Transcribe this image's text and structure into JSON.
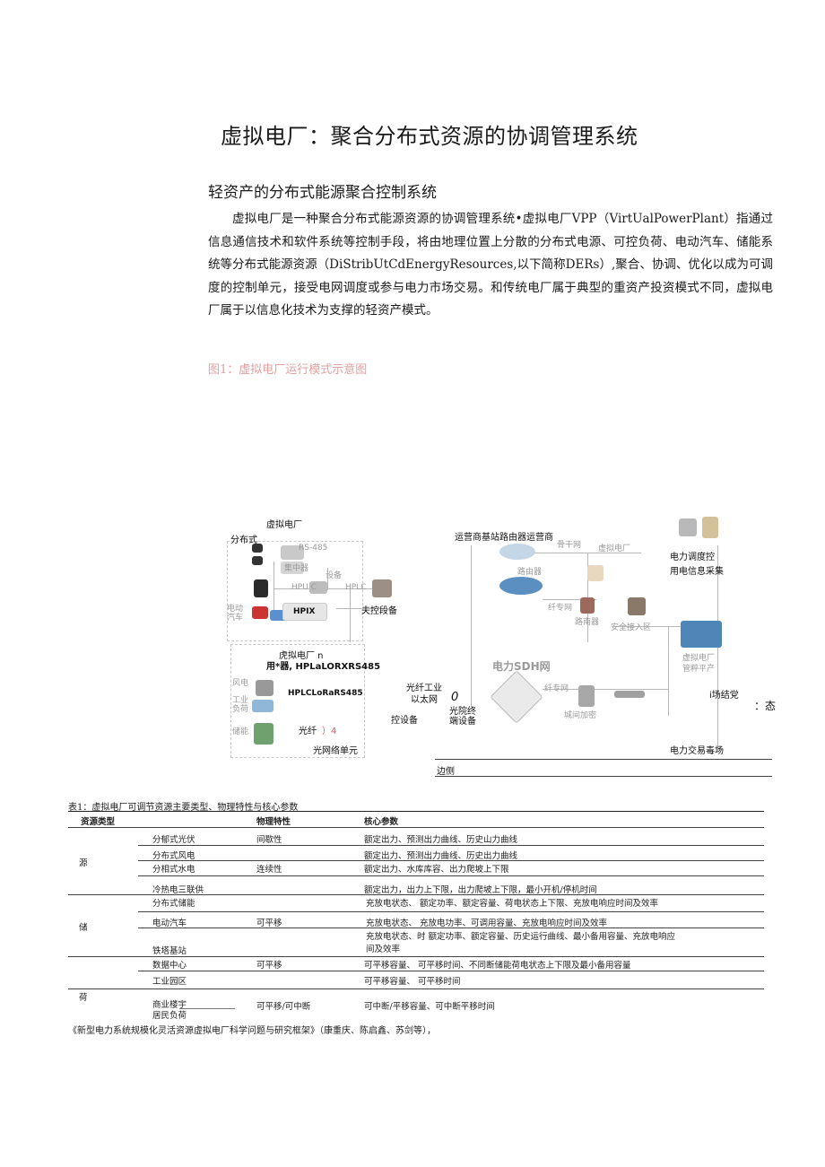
{
  "page": {
    "title": "虚拟电厂：聚合分布式资源的协调管理系统",
    "subtitle": "轻资产的分布式能源聚合控制系统",
    "paragraph": "虚拟电厂是一种聚合分布式能源资源的协调管理系统•虚拟电厂VPP（VirtUalPowerPlant）指通过信息通信技术和软件系统等控制手段，将由地理位置上分散的分布式电源、可控负荷、电动汽车、储能系统等分布式能源资源（DiStribUtCdEnergyResources,以下简称DERs）,聚合、协调、优化以成为可调度的控制单元，接受电网调度或参与电力市场交易。和传统电厂属于典型的重资产投资模式不同，虚拟电厂属于以信息化技术为支撑的轻资产模式。",
    "figure_caption": "图1：虚拟电厂运行模式示意图"
  },
  "diagram": {
    "left": {
      "vpp": "虚拟电厂",
      "distributed": "分布式",
      "rs485": "RS-485",
      "concentrator": "集中器",
      "equipment": "设备",
      "hpuc": "HPU C",
      "hplc": "HPLC",
      "ev": "电动汽车",
      "hpix": "HPIX",
      "terminal": "夫控段备",
      "vpp_n": "虎拟电厂 n",
      "user_hplc": "用*器, HPLaLORXRS485",
      "wind": "风电",
      "industrial": "工业负荷",
      "hplc_lora": "HPLCLoRaRS485",
      "storage": "储能",
      "fiber_opt": "光纤",
      "fiber_num": "）4",
      "onu": "光网络单元"
    },
    "middle": {
      "fiber_industrial": "光纤工业",
      "ethernet": "以太网",
      "zero": "0",
      "control_dev": "控设备",
      "optical_terminal": "光院终端设备"
    },
    "right": {
      "operator": "运营商基站路由器运营商",
      "backbone": "骨干网",
      "vpp": "虚拟电厂",
      "router": "路由器",
      "fiber_net": "纤专网",
      "router2": "路南器",
      "secure_access": "安全接入区",
      "sdh": "电力SDH网",
      "fiber_net2": "纤专网",
      "city_encrypt": "城间加密",
      "dispatch": "电力调度控",
      "info_collect": "用电信息采集",
      "vpp_platform": "虚拟电厂管粹平产",
      "market_settle": "i场结党",
      "state": "：态",
      "trading": "电力交易毒场",
      "edge_side": "边侧"
    }
  },
  "table": {
    "caption": "表1：虚拟电厂可调节资源主要类型、物理特性与核心参数",
    "headers": [
      "资源类型",
      "物理特性",
      "核心参数"
    ],
    "groups": {
      "source": "源",
      "storage": "储",
      "load": "荷"
    },
    "rows": [
      {
        "name": "分郁式光伏",
        "property": "间歇性",
        "params": "额定出力、预测出力曲线、历史山力曲线"
      },
      {
        "name": "分布式风电",
        "property": "",
        "params": "额定出力、预测出力曲线、历史出力曲线"
      },
      {
        "name": "分相式水电",
        "property": "连续性",
        "params": "额定出力、水库库容、出力爬坡上下限"
      },
      {
        "name": "冷热电三联供",
        "property": "",
        "params": "额定出力，出力上下限，出力爬坡上下限，最小开机/停机时间"
      },
      {
        "name": "分布式储能",
        "property": "",
        "params": "充放电状态、    额定功率、额定容量、荷电状态上下限、充放电响应时间及效率"
      },
      {
        "name": "电动汽车",
        "property": "可平移",
        "params": "充放电状态、    充放电功率、可调用容量、充放电响应时间及效率"
      },
      {
        "name": "铁塔基站",
        "property": "",
        "params": "充放电状态、时 额定功率、额定容量、历史运行曲线、最小备用容量、充放电响应",
        "params2": "间及效率"
      },
      {
        "name": "数据中心",
        "property": "可平移",
        "params": "可平移容量、    可平移时间、不同断储能荷电状态上下限及最小备用容量"
      },
      {
        "name": "工业园区",
        "property": "",
        "params": "可平移容量、    可平移时间"
      },
      {
        "name": "商业楼宇",
        "name2": "居民负荷",
        "property": "可平移/可中断",
        "params": "可中断/平移容量、可中断平移时间"
      }
    ],
    "footnote": "《新型电力系统规模化灵活资源虚拟电厂科学问题与研究框架》（康重庆、陈启鑫、苏剑等），"
  }
}
